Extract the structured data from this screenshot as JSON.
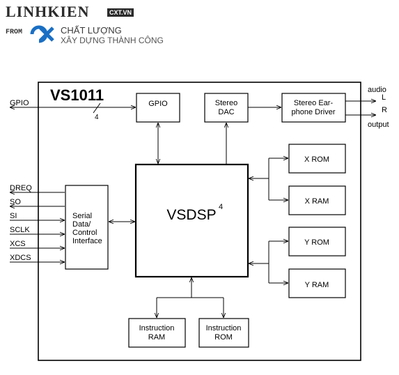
{
  "watermark": {
    "brand": "LINHKIEN",
    "badge": "CXT.VN",
    "from": "FROM",
    "line1": "CHẤT LƯỢNG",
    "line2": "XÂY DỰNG THÀNH CÔNG",
    "logo_color": "#1a6fc4"
  },
  "diagram": {
    "title": "VS1011",
    "core": {
      "label": "VSDSP",
      "superscript": "4"
    },
    "gpio_bus_width": "4",
    "blocks": {
      "gpio": "GPIO",
      "dac_l1": "Stereo",
      "dac_l2": "DAC",
      "ear_l1": "Stereo Ear-",
      "ear_l2": "phone Driver",
      "xrom": "X ROM",
      "xram": "X RAM",
      "yrom": "Y ROM",
      "yram": "Y RAM",
      "iram_l1": "Instruction",
      "iram_l2": "RAM",
      "irom_l1": "Instruction",
      "irom_l2": "ROM",
      "sdci_l1": "Serial",
      "sdci_l2": "Data/",
      "sdci_l3": "Control",
      "sdci_l4": "Interface"
    },
    "pins": {
      "gpio": "GPIO",
      "dreq": "DREQ",
      "so": "SO",
      "si": "SI",
      "sclk": "SCLK",
      "xcs": "XCS",
      "xdcs": "XDCS"
    },
    "audio": {
      "top": "audio",
      "left": "L",
      "right": "R",
      "bottom": "output"
    },
    "colors": {
      "line": "#000000",
      "background": "#ffffff"
    }
  }
}
